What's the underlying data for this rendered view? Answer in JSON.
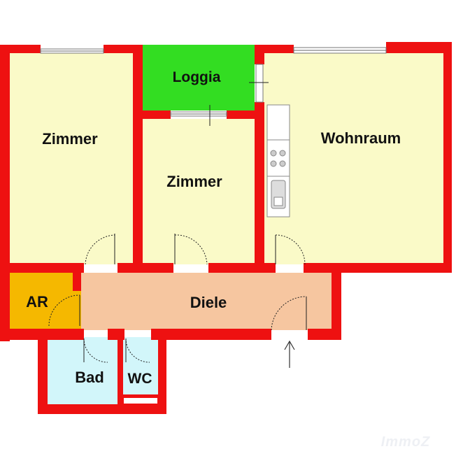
{
  "rooms": {
    "zimmer_left": "Zimmer",
    "loggia": "Loggia",
    "zimmer_mid": "Zimmer",
    "wohnraum": "Wohnraum",
    "ar": "AR",
    "diele": "Diele",
    "bad": "Bad",
    "wc": "WC"
  },
  "watermark": "ImmoZ",
  "colors": {
    "wall": "#ee1111",
    "room_cream": "#fafac8",
    "loggia_green": "#33dd22",
    "ar_orange": "#f5b800",
    "diele_peach": "#f6c6a0",
    "bath_cyan": "#d2f6fa"
  }
}
